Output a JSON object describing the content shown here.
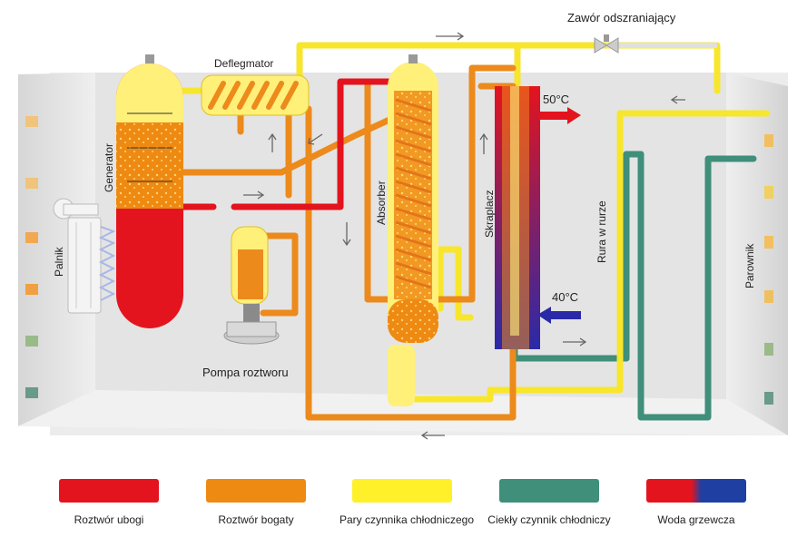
{
  "labels": {
    "valve": "Zawór odszraniający",
    "dephlegmator": "Deflegmator",
    "generator": "Generator",
    "absorber": "Absorber",
    "condenser": "Skraplacz",
    "pipe_in_pipe": "Rura w rurze",
    "evaporator": "Parownik",
    "burner": "Palnik",
    "pump": "Pompa roztworu",
    "temp_out": "50°C",
    "temp_in": "40°C"
  },
  "legend": [
    {
      "label": "Roztwór ubogi",
      "color": "#e3141e"
    },
    {
      "label": "Roztwór bogaty",
      "color": "#ee8a12"
    },
    {
      "label": "Pary czynnika chłodniczego",
      "color": "#fff02a"
    },
    {
      "label": "Ciekły czynnik chłodniczy",
      "color": "#3f8f7a"
    },
    {
      "label": "Woda grzewcza",
      "color_start": "#e3141e",
      "color_end": "#1f3fa3"
    }
  ]
}
